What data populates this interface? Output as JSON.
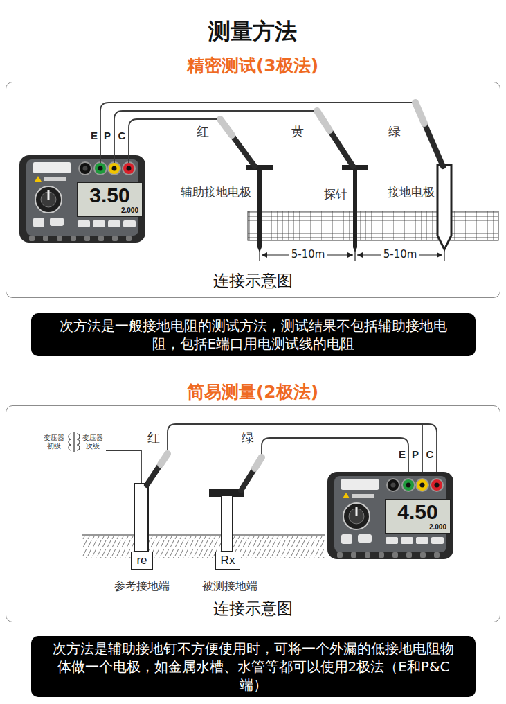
{
  "diagram": {
    "title": "测量方法",
    "nodes": [
      {
        "text": [
          "连接示意图"
        ]
      },
      {
        "text": [
          "3.50",
          "2.000"
        ],
        "in": 0
      },
      {
        "text": [
          "次方法是一般接地电阻的测试方法，测试结果不包括辅助接地电阻，包括E端口用电测试线的电阻"
        ]
      },
      {
        "text": [
          "连接示意图"
        ]
      },
      {
        "text": [
          "re"
        ],
        "in": 3
      },
      {
        "text": [
          "Rx"
        ],
        "in": 3
      },
      {
        "text": [
          "4.50",
          "2.000"
        ],
        "in": 3
      },
      {
        "text": [
          "次方法是辅助接地钉不方便使用时，可将一个外漏的低接地电阻物体做一个电极，如金属水槽、水管等都可以使用2极法（E和P&C端）"
        ]
      }
    ],
    "labels": [
      "精密测试(3极法)",
      "E",
      "P",
      "C",
      "红",
      "黄",
      "绿",
      "辅助接地电极",
      "探针",
      "接地电极",
      "5-10m",
      "5-10m",
      "简易测量(2极法)",
      "变压器初级",
      "变压器次级",
      "红",
      "绿",
      "E",
      "P",
      "C",
      "参考接地端",
      "被测接地端"
    ]
  }
}
